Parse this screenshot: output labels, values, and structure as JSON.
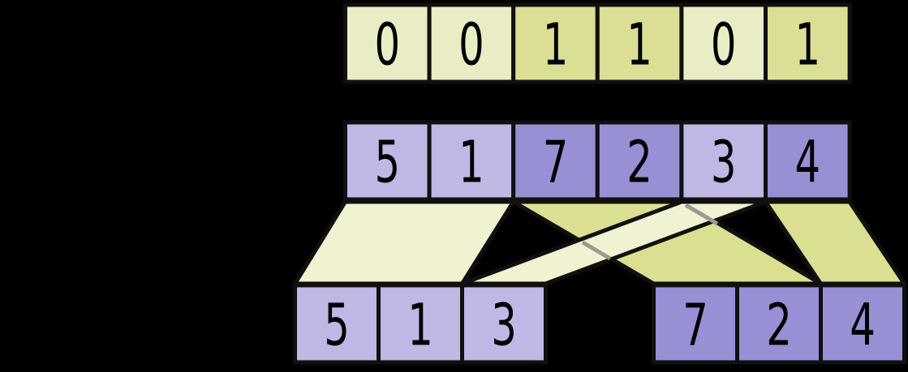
{
  "figure": {
    "kind": "array-split-diagram",
    "description": "Split of an input array by flag bits: flag 0 elements gathered left, flag 1 elements gathered right",
    "colors": {
      "background": "#000000",
      "flag0_cell": "#eaecc5",
      "flag1_cell": "#dbdf96",
      "value0_cell": "#c0b7e5",
      "value1_cell": "#9890d5",
      "ribbon_pale": "#f0f2d2",
      "ribbon_dark": "#dbdf92",
      "stroke": "#101010",
      "occluded_edge_gray": "#9a9a8e",
      "digit": "#000000"
    },
    "rows": {
      "flags": {
        "name": "flags-row",
        "values": [
          "0",
          "0",
          "1",
          "1",
          "0",
          "1"
        ],
        "kinds": [
          0,
          0,
          1,
          1,
          0,
          1
        ]
      },
      "input": {
        "name": "input-row",
        "values": [
          "5",
          "1",
          "7",
          "2",
          "3",
          "4"
        ],
        "kinds": [
          0,
          0,
          1,
          1,
          0,
          1
        ]
      },
      "output_left": {
        "name": "output-left-row",
        "values": [
          "5",
          "1",
          "3"
        ],
        "kinds": [
          0,
          0,
          0
        ]
      },
      "output_right": {
        "name": "output-right-row",
        "values": [
          "7",
          "2",
          "4"
        ],
        "kinds": [
          1,
          1,
          1
        ]
      }
    }
  }
}
